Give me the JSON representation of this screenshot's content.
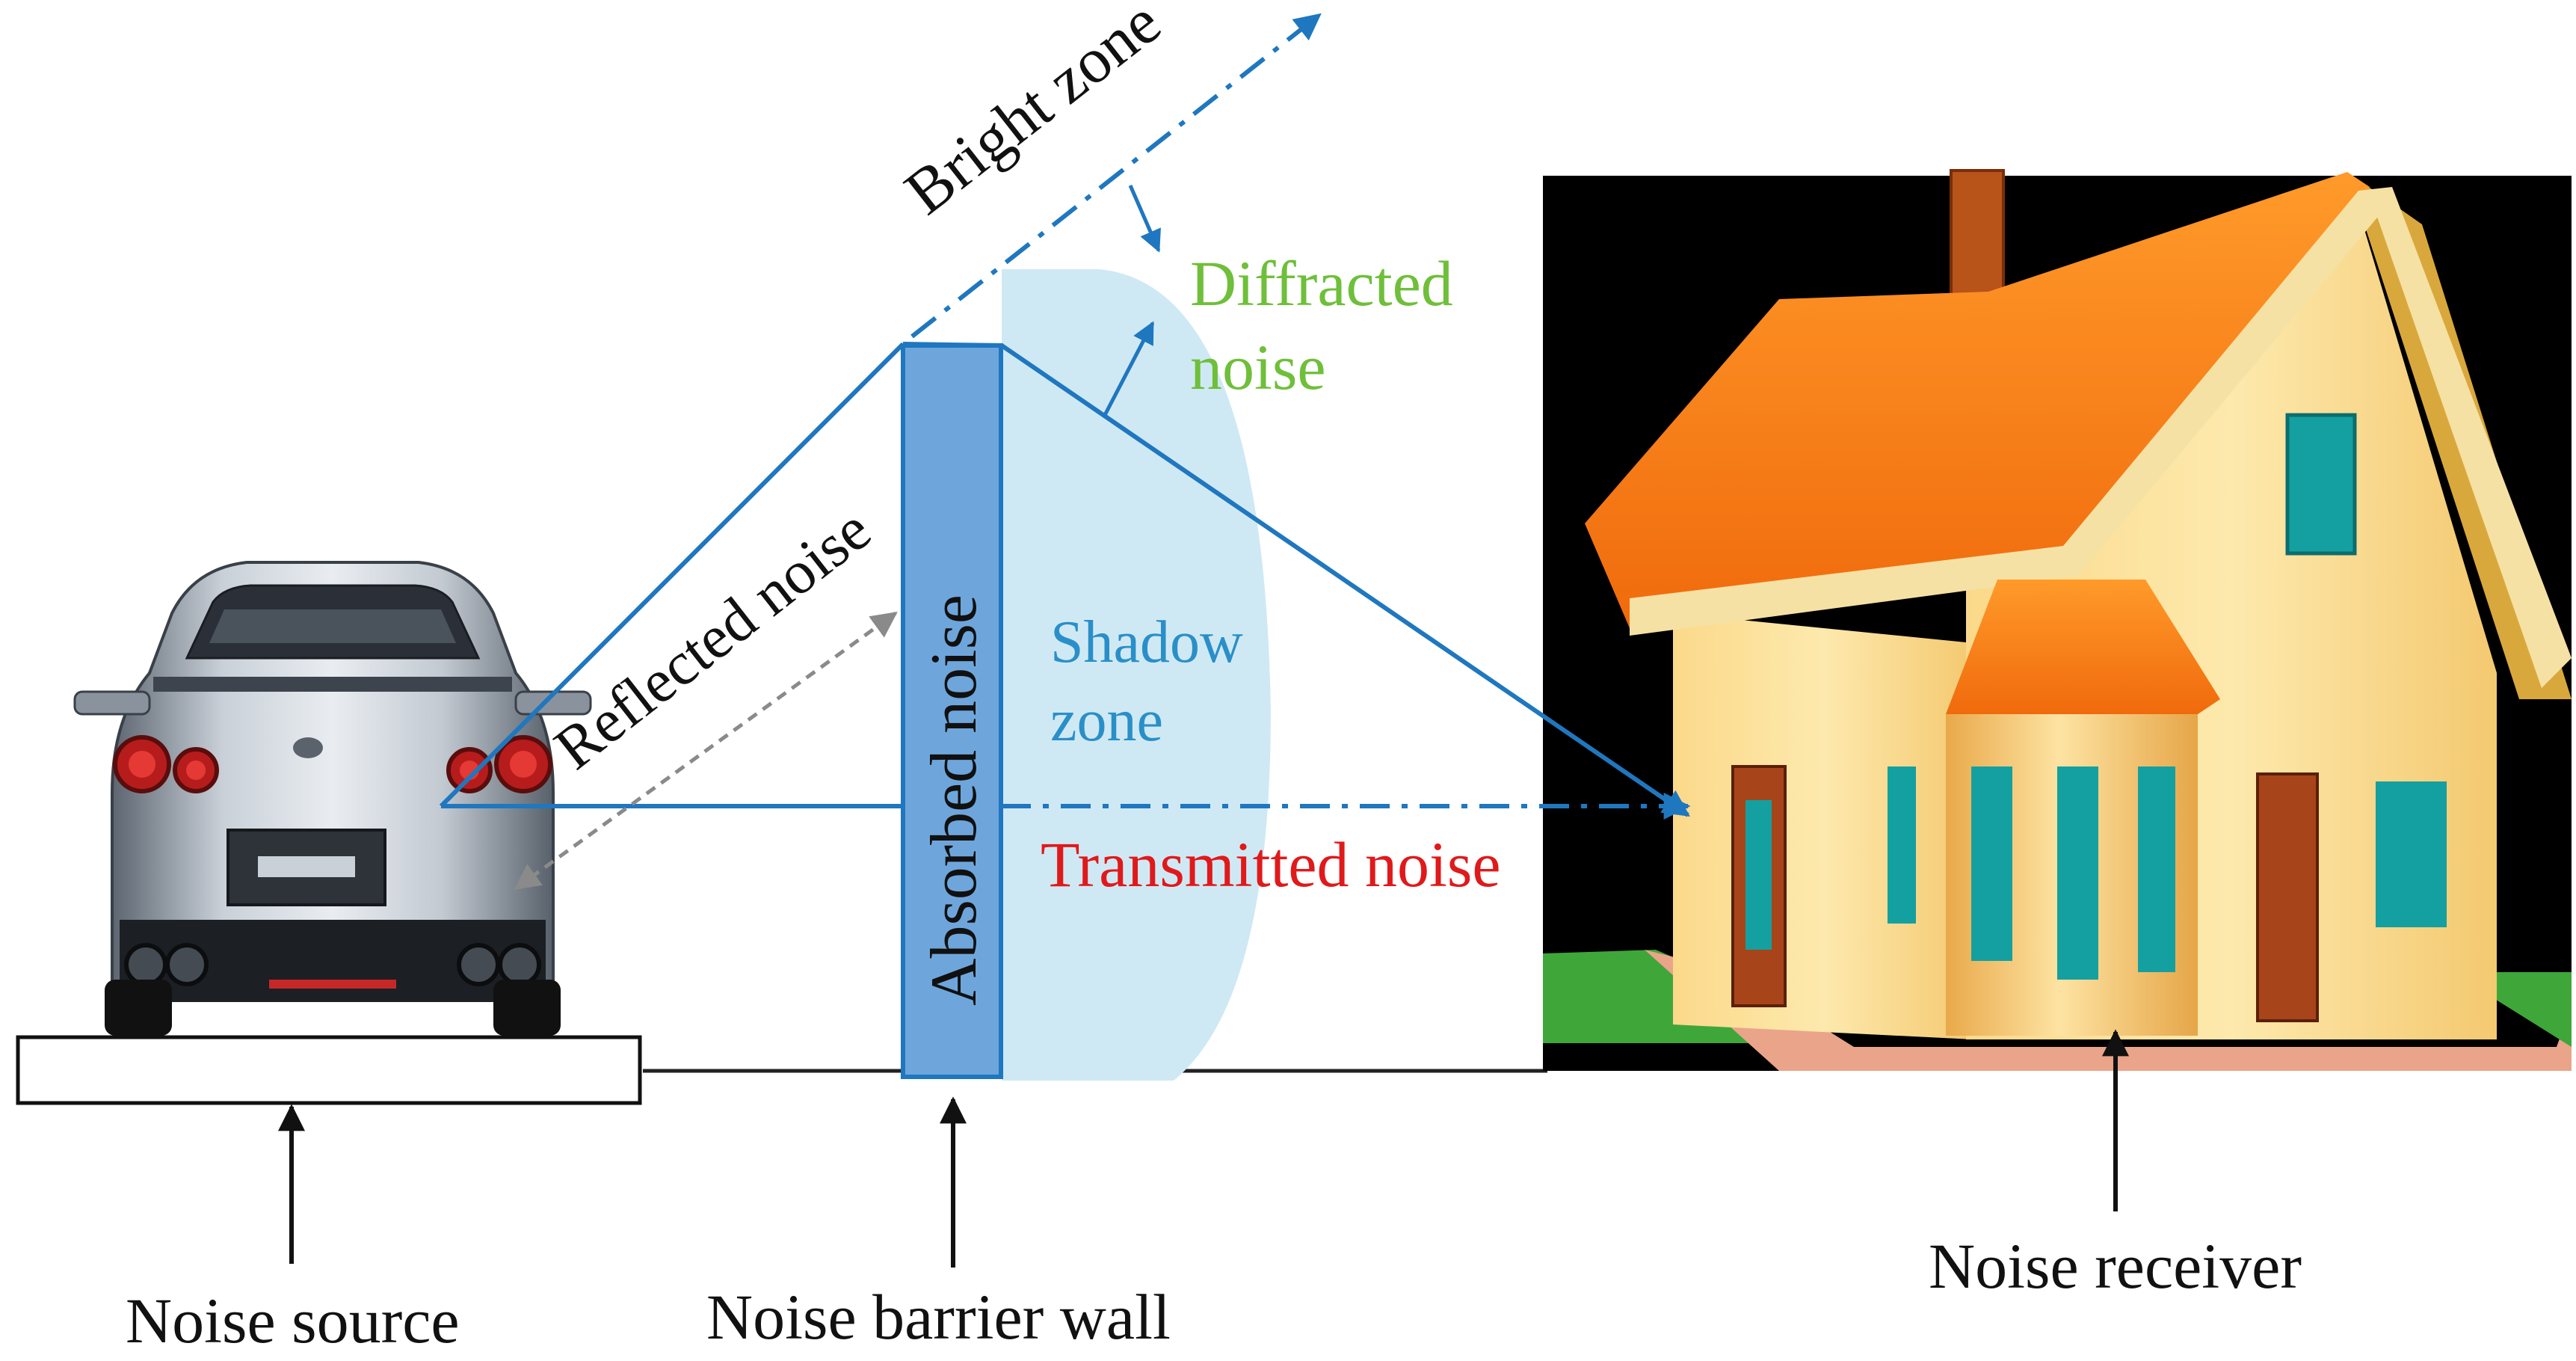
{
  "labels": {
    "bright_zone": "Bright zone",
    "diffracted_line1": "Diffracted",
    "diffracted_line2": "noise",
    "reflected": "Reflected noise",
    "absorbed": "Absorbed noise",
    "shadow_line1": "Shadow",
    "shadow_line2": "zone",
    "transmitted": "Transmitted noise",
    "noise_source": "Noise source",
    "noise_barrier_wall": "Noise barrier wall",
    "noise_receiver": "Noise receiver"
  },
  "colors": {
    "ray": "#1f77bf",
    "diffracted_text": "#6fbf3a",
    "shadow_text": "#2a8fc8",
    "transmitted_text": "#e0191b",
    "barrier_fill": "#6ea6dc",
    "shadow_fill": "#cfe9f4",
    "text": "#111111",
    "reflected_arrow": "#8a8a8a"
  },
  "icons": {
    "source": "car-rear-icon",
    "receiver": "house-icon"
  }
}
